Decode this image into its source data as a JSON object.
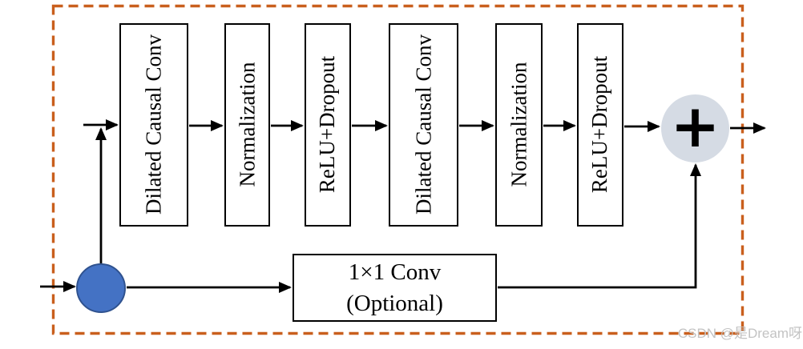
{
  "diagram": {
    "boxes": [
      {
        "label": "Dilated Causal Conv"
      },
      {
        "label": "Normalization"
      },
      {
        "label": "ReLU+Dropout"
      },
      {
        "label": "Dilated Causal Conv"
      },
      {
        "label": "Normalization"
      },
      {
        "label": "ReLU+Dropout"
      }
    ],
    "optional_conv": {
      "line1": "1×1 Conv",
      "line2": "(Optional)"
    },
    "sum_node": {
      "icon": "plus-icon",
      "symbol": "+"
    },
    "input_node": {
      "icon": "circle-node-icon"
    },
    "colors": {
      "boundary": "#c95f1d",
      "line": "#000000",
      "input_node_fill": "#4472c4",
      "input_node_border": "#2f528f",
      "sum_node_fill": "#d5dbe4"
    },
    "watermark": "CSDN @是Dream呀"
  }
}
